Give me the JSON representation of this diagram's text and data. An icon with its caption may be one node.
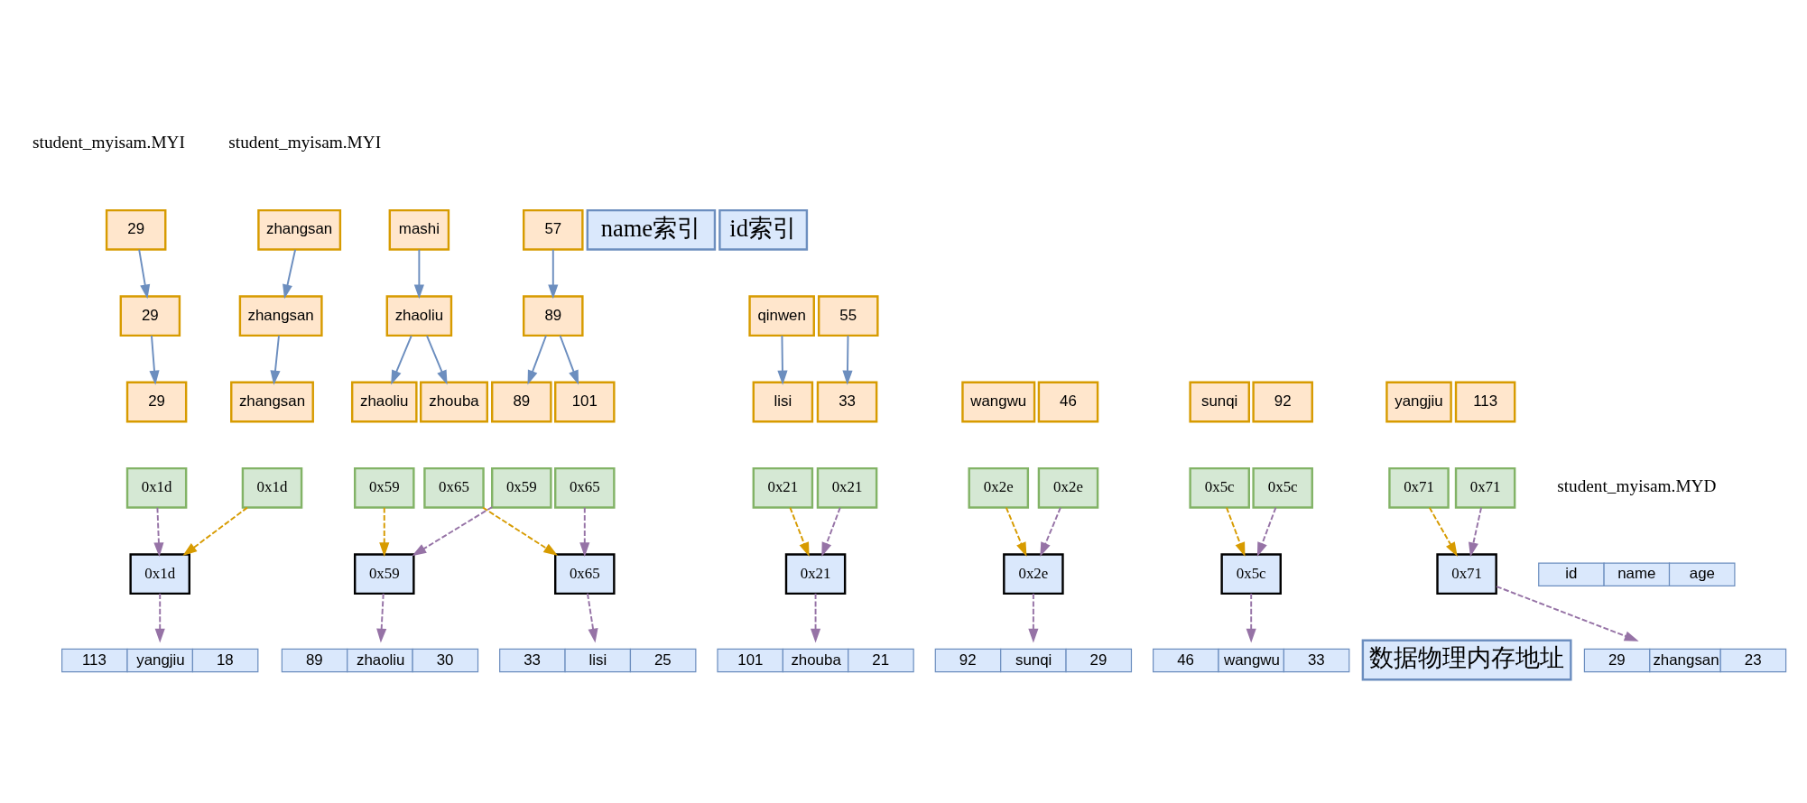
{
  "diagram": {
    "nodes": [
      {
        "text": [
          "zhangsan"
        ]
      },
      {
        "text": [
          "mashi"
        ]
      },
      {
        "text": [
          "zhangsan"
        ]
      },
      {
        "text": [
          "qinwen"
        ]
      },
      {
        "text": [
          "zhaoliu"
        ]
      },
      {
        "text": [
          "zhangsan"
        ]
      },
      {
        "text": [
          "0x1d"
        ]
      },
      {
        "text": [
          "lisi"
        ]
      },
      {
        "text": [
          "wangwu"
        ]
      },
      {
        "text": [
          "0x21"
        ]
      },
      {
        "text": [
          "0x2e"
        ]
      },
      {
        "text": [
          "zhaoliu"
        ]
      },
      {
        "text": [
          "sunqi"
        ]
      },
      {
        "text": [
          "0x59"
        ]
      },
      {
        "text": [
          "0x5c"
        ]
      },
      {
        "text": [
          "zhouba"
        ]
      },
      {
        "text": [
          "yangjiu"
        ]
      },
      {
        "text": [
          "0x65"
        ]
      },
      {
        "text": [
          "0x71"
        ]
      },
      {
        "text": [
          "name索引"
        ]
      },
      {
        "text": [
          "29"
        ]
      },
      {
        "text": [
          "57"
        ]
      },
      {
        "text": [
          "id索引"
        ]
      },
      {
        "text": [
          "29"
        ]
      },
      {
        "text": [
          "55"
        ]
      },
      {
        "text": [
          "89"
        ]
      },
      {
        "text": [
          "29"
        ]
      },
      {
        "text": [
          "0x1d"
        ]
      },
      {
        "text": [
          "33"
        ]
      },
      {
        "text": [
          "46"
        ]
      },
      {
        "text": [
          "0x21"
        ]
      },
      {
        "text": [
          "0x2e"
        ]
      },
      {
        "text": [
          "89"
        ]
      },
      {
        "text": [
          "92"
        ]
      },
      {
        "text": [
          "0x59"
        ]
      },
      {
        "text": [
          "0x5c"
        ]
      },
      {
        "text": [
          "101"
        ]
      },
      {
        "text": [
          "113"
        ]
      },
      {
        "text": [
          "0x65"
        ]
      },
      {
        "text": [
          "0x71"
        ]
      },
      {
        "text": [
          "0x71"
        ]
      },
      {
        "text": [
          "0x65"
        ]
      },
      {
        "text": [
          "0x5c"
        ]
      },
      {
        "text": [
          "0x59"
        ]
      },
      {
        "text": [
          "0x2e"
        ]
      },
      {
        "text": [
          "0x21"
        ]
      },
      {
        "text": [
          "0x1d"
        ]
      },
      {
        "text": [
          "数据物理内存地址"
        ]
      },
      {
        "text": [
          "id",
          "name",
          "age"
        ]
      },
      {
        "text": [
          "29",
          "zhangsan",
          "23"
        ]
      },
      {
        "text": [
          "33",
          "lisi",
          "25"
        ]
      },
      {
        "text": [
          "46",
          "wangwu",
          "33"
        ]
      },
      {
        "text": [
          "89",
          "zhaoliu",
          "30"
        ]
      },
      {
        "text": [
          "92",
          "sunqi",
          "29"
        ]
      },
      {
        "text": [
          "101",
          "zhouba",
          "21"
        ]
      },
      {
        "text": [
          "113",
          "yangjiu",
          "18"
        ]
      }
    ],
    "edges": [
      {
        "from": 0,
        "to": 2,
        "arrow": "to",
        "color": "#6c8ebf"
      },
      {
        "from": 1,
        "to": 4,
        "arrow": "to",
        "color": "#6c8ebf"
      },
      {
        "from": 2,
        "to": 5,
        "arrow": "to",
        "color": "#6c8ebf"
      },
      {
        "from": 3,
        "to": 7,
        "arrow": "to",
        "color": "#6c8ebf"
      },
      {
        "from": 4,
        "to": 11,
        "arrow": "to",
        "color": "#6c8ebf"
      },
      {
        "from": 4,
        "to": 15,
        "arrow": "to",
        "color": "#6c8ebf"
      },
      {
        "from": 20,
        "to": 23,
        "arrow": "to",
        "color": "#6c8ebf"
      },
      {
        "from": 21,
        "to": 25,
        "arrow": "to",
        "color": "#6c8ebf"
      },
      {
        "from": 23,
        "to": 26,
        "arrow": "to",
        "color": "#6c8ebf"
      },
      {
        "from": 24,
        "to": 28,
        "arrow": "to",
        "color": "#6c8ebf"
      },
      {
        "from": 25,
        "to": 32,
        "arrow": "to",
        "color": "#6c8ebf"
      },
      {
        "from": 25,
        "to": 36,
        "arrow": "to",
        "color": "#6c8ebf"
      },
      {
        "from": 6,
        "to": 46,
        "arrow": "to",
        "style": "dashed",
        "color": "#d79b00"
      },
      {
        "from": 9,
        "to": 45,
        "arrow": "to",
        "style": "dashed",
        "color": "#d79b00"
      },
      {
        "from": 10,
        "to": 44,
        "arrow": "to",
        "style": "dashed",
        "color": "#d79b00"
      },
      {
        "from": 13,
        "to": 43,
        "arrow": "to",
        "style": "dashed",
        "color": "#d79b00"
      },
      {
        "from": 14,
        "to": 42,
        "arrow": "to",
        "style": "dashed",
        "color": "#d79b00"
      },
      {
        "from": 17,
        "to": 41,
        "arrow": "to",
        "style": "dashed",
        "color": "#d79b00"
      },
      {
        "from": 18,
        "to": 40,
        "arrow": "to",
        "style": "dashed",
        "color": "#d79b00"
      },
      {
        "from": 27,
        "to": 46,
        "arrow": "to",
        "style": "dashed",
        "color": "#9673a6"
      },
      {
        "from": 30,
        "to": 45,
        "arrow": "to",
        "style": "dashed",
        "color": "#9673a6"
      },
      {
        "from": 31,
        "to": 44,
        "arrow": "to",
        "style": "dashed",
        "color": "#9673a6"
      },
      {
        "from": 34,
        "to": 43,
        "arrow": "to",
        "style": "dashed",
        "color": "#9673a6"
      },
      {
        "from": 35,
        "to": 42,
        "arrow": "to",
        "style": "dashed",
        "color": "#9673a6"
      },
      {
        "from": 38,
        "to": 41,
        "arrow": "to",
        "style": "dashed",
        "color": "#9673a6"
      },
      {
        "from": 39,
        "to": 40,
        "arrow": "to",
        "style": "dashed",
        "color": "#9673a6"
      },
      {
        "from": 40,
        "to": 49,
        "arrow": "to",
        "style": "dashed",
        "color": "#9673a6"
      },
      {
        "from": 41,
        "to": 50,
        "arrow": "to",
        "style": "dashed",
        "color": "#9673a6"
      },
      {
        "from": 42,
        "to": 51,
        "arrow": "to",
        "style": "dashed",
        "color": "#9673a6"
      },
      {
        "from": 43,
        "to": 52,
        "arrow": "to",
        "style": "dashed",
        "color": "#9673a6"
      },
      {
        "from": 44,
        "to": 53,
        "arrow": "to",
        "style": "dashed",
        "color": "#9673a6"
      },
      {
        "from": 45,
        "to": 54,
        "arrow": "to",
        "style": "dashed",
        "color": "#9673a6"
      },
      {
        "from": 46,
        "to": 55,
        "arrow": "to",
        "style": "dashed",
        "color": "#9673a6"
      }
    ],
    "labels": [
      "student_myisam.MYI",
      "student_myisam.MYI",
      "student_myisam.MYD"
    ]
  }
}
